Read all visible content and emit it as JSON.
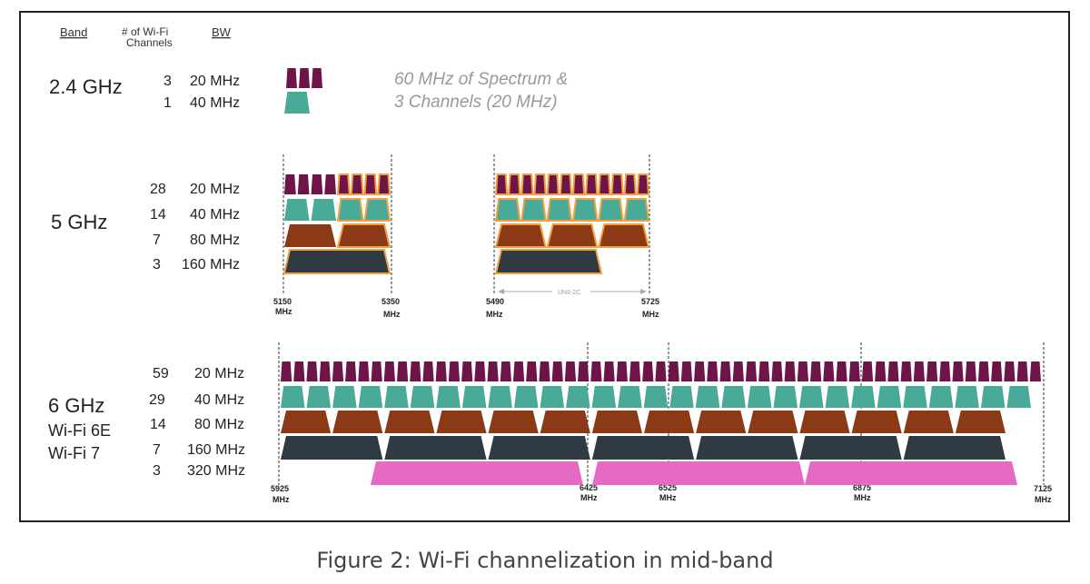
{
  "header": {
    "band": "Band",
    "channels_line1": "# of Wi-Fi",
    "channels_line2": "Channels",
    "bw": "BW"
  },
  "colors": {
    "w20": "#6d1448",
    "w40": "#4aaa98",
    "w80": "#8c3a16",
    "w160": "#2f3a42",
    "w320": "#e46ac4",
    "orange_edge": "#f0a040",
    "caption": "#444444"
  },
  "band24": {
    "name": "2.4 GHz",
    "rows": [
      {
        "count": "3",
        "bw": "20 MHz"
      },
      {
        "count": "1",
        "bw": "40 MHz"
      }
    ],
    "note_line1": "60 MHz of Spectrum &",
    "note_line2": "3 Channels (20 MHz)"
  },
  "band5": {
    "name": "5 GHz",
    "rows": [
      {
        "count": "28",
        "bw": "20 MHz"
      },
      {
        "count": "14",
        "bw": "40 MHz"
      },
      {
        "count": "7",
        "bw": "80 MHz"
      },
      {
        "count": "3",
        "bw": "160 MHz"
      }
    ],
    "freq_labels": [
      {
        "freq": "5150",
        "unit": "MHz"
      },
      {
        "freq": "5350",
        "unit": "MHz"
      },
      {
        "freq": "5490",
        "unit": "MHz"
      },
      {
        "freq": "5725",
        "unit": "MHz"
      }
    ],
    "unii_label": "UNII-2C"
  },
  "band6": {
    "name": "6 GHz",
    "sub1": "Wi-Fi 6E",
    "sub2": "Wi-Fi 7",
    "rows": [
      {
        "count": "59",
        "bw": "20 MHz"
      },
      {
        "count": "29",
        "bw": "40 MHz"
      },
      {
        "count": "14",
        "bw": "80 MHz"
      },
      {
        "count": "7",
        "bw": "160 MHz"
      },
      {
        "count": "3",
        "bw": "320 MHz"
      }
    ],
    "freq_labels": [
      {
        "freq": "5925",
        "unit": "MHz"
      },
      {
        "freq": "6425",
        "unit": "MHz"
      },
      {
        "freq": "6525",
        "unit": "MHz"
      },
      {
        "freq": "6875",
        "unit": "MHz"
      },
      {
        "freq": "7125",
        "unit": "MHz"
      }
    ]
  },
  "caption": "Figure 2: Wi-Fi channelization in mid-band"
}
